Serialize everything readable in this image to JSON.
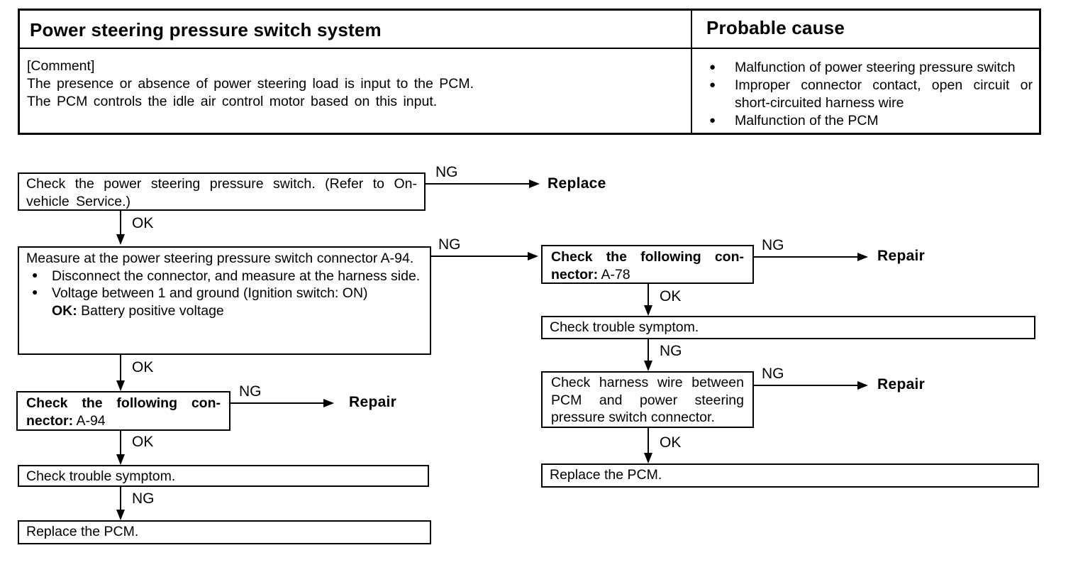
{
  "header": {
    "system_title": "Power steering pressure switch system",
    "probable_cause_title": "Probable cause",
    "comment_tag": "[Comment]",
    "comment_line1": "The presence or absence of power steering load is input to the PCM.",
    "comment_line2": "The PCM controls the idle air control motor based on this input.",
    "causes": [
      "Malfunction of power steering pressure switch",
      "Improper connector contact, open circuit or short-circuited harness wire",
      "Malfunction of the PCM"
    ]
  },
  "labels": {
    "ok": "OK",
    "ng": "NG",
    "replace": "Replace",
    "repair": "Repair"
  },
  "flow": {
    "check_switch": "Check the power steering pressure switch. (Refer to On-vehicle Service.)",
    "measure": {
      "title": "Measure at the power steering pressure switch connector A-94.",
      "bullet1": "Disconnect the connector, and measure at the harness side.",
      "bullet2": "Voltage between 1 and ground (Ignition switch: ON)",
      "ok_label": "OK:",
      "ok_value": "Battery positive voltage"
    },
    "connector_a78": {
      "line1": "Check the following con-",
      "line2_bold": "nector:",
      "line2_value": "A-78"
    },
    "connector_a94": {
      "line1": "Check the following con-",
      "line2_bold": "nector:",
      "line2_value": "A-94"
    },
    "check_trouble_right": "Check trouble symptom.",
    "check_harness": "Check harness wire between PCM and power steering pressure switch connector.",
    "replace_pcm_right": "Replace the PCM.",
    "check_trouble_left": "Check trouble symptom.",
    "replace_pcm_left": "Replace the PCM."
  }
}
